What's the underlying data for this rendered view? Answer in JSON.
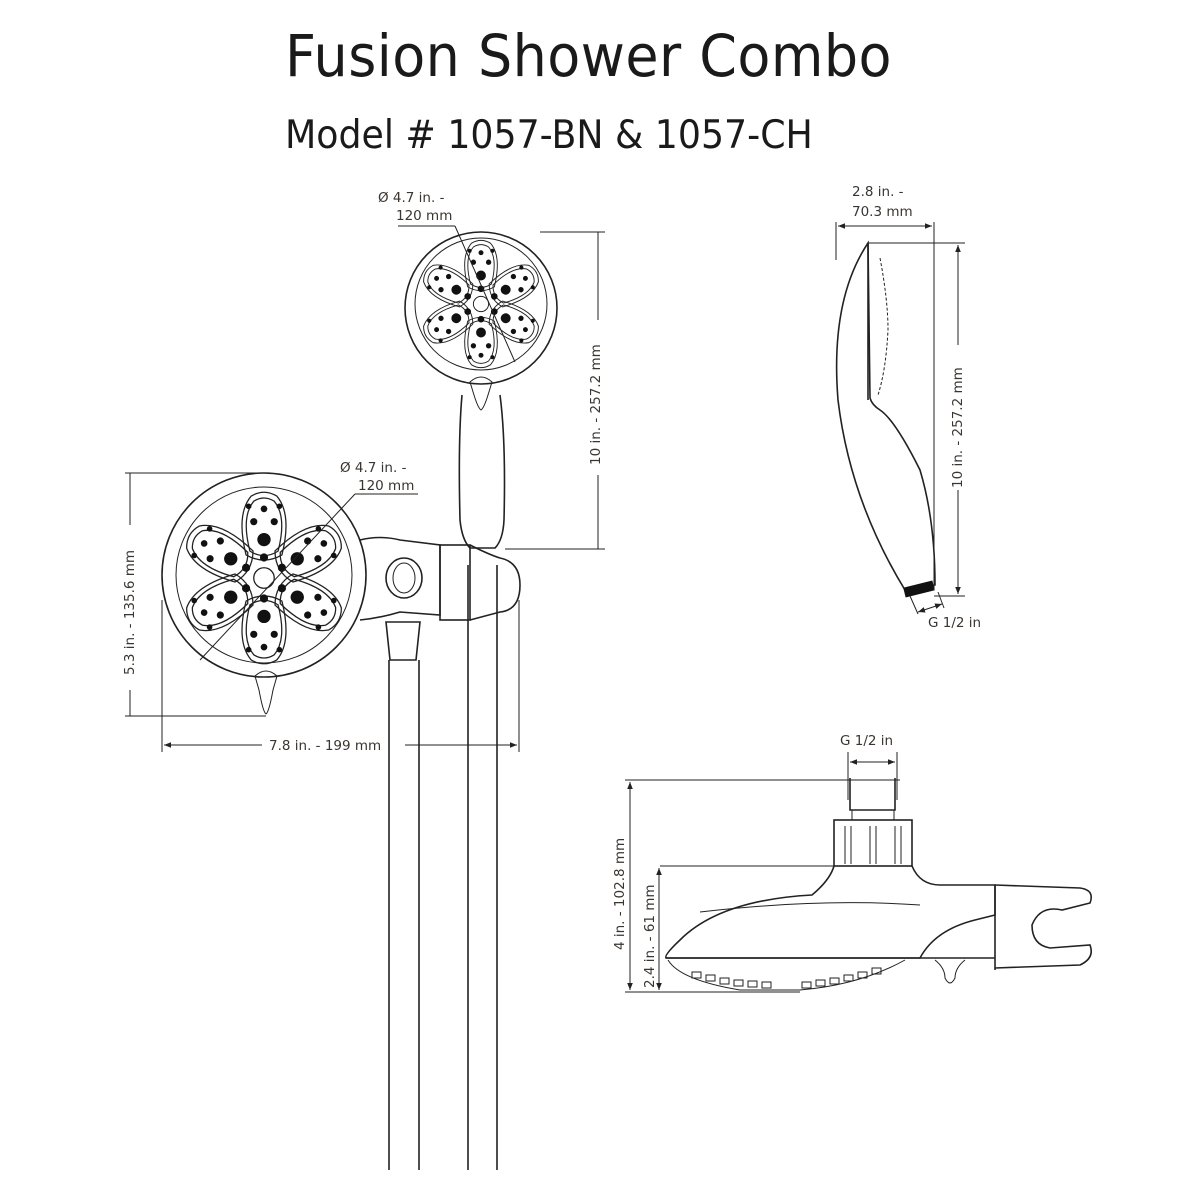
{
  "header": {
    "title": "Fusion Shower Combo",
    "model": "Model # 1057-BN & 1057-CH"
  },
  "views": {
    "handheld_front": {
      "diameter_in": "Ø 4.7 in. -",
      "diameter_mm": "120 mm",
      "height": "10 in. - 257.2 mm"
    },
    "fixed_head_front": {
      "diameter_in": "Ø 4.7 in. -",
      "diameter_mm": "120 mm",
      "height": "5.3 in. - 135.6 mm",
      "width": "7.8 in. - 199 mm"
    },
    "handheld_side": {
      "depth_in": "2.8 in. -",
      "depth_mm": "70.3 mm",
      "height": "10 in. - 257.2 mm",
      "thread": "G 1/2 in"
    },
    "fixed_head_side": {
      "thread": "G 1/2 in",
      "total_height": "4 in. - 102.8 mm",
      "body_height": "2.4 in. - 61 mm"
    }
  },
  "colors": {
    "title": "#1a1a1a",
    "dimension_text": "#3a3530",
    "lines": "#222222",
    "background": "#ffffff"
  }
}
